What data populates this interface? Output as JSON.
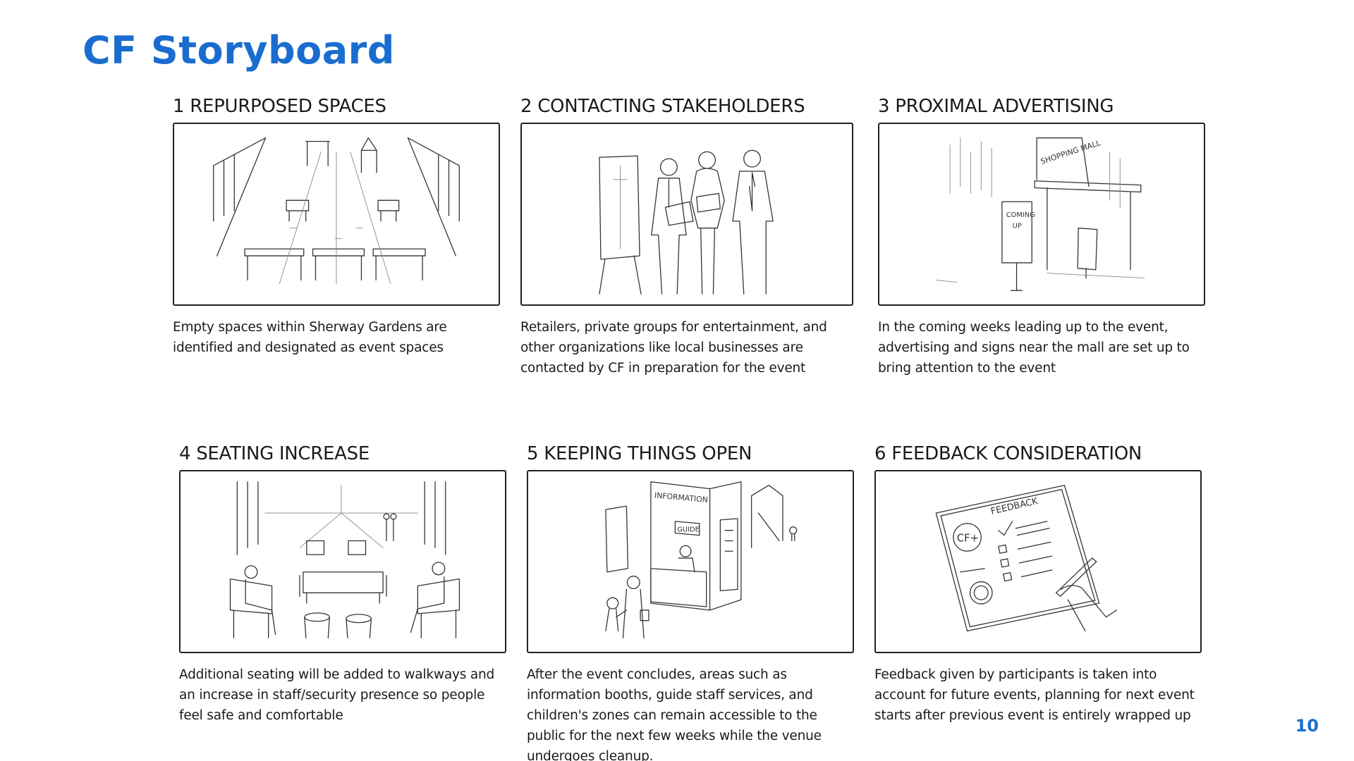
{
  "title": "CF Storyboard",
  "page_number": "10",
  "panels": [
    {
      "heading": "1 REPURPOSED SPACES",
      "caption": "Empty spaces within Sherway Gardens are identified and designated as event spaces",
      "sketch": "empty-mall-walkway-with-tables-sketch"
    },
    {
      "heading": "2 CONTACTING STAKEHOLDERS",
      "caption": "Retailers, private groups for entertainment, and other organizations like local businesses are contacted by CF in preparation for the event",
      "sketch": "three-business-people-with-flipchart-sketch"
    },
    {
      "heading": "3 PROXIMAL ADVERTISING",
      "caption": "In the coming weeks leading up to the event, advertising and signs near the mall are set up to bring attention to the event",
      "sketch": "shopping-mall-entrance-with-sign-sketch",
      "sketch_text": {
        "mall": "SHOPPING MALL",
        "sign_line1": "COMING",
        "sign_line2": "UP"
      }
    },
    {
      "heading": "4 SEATING INCREASE",
      "caption": "Additional seating will be added to walkways and an increase in staff/security presence so people feel safe and comfortable",
      "sketch": "mall-walkway-with-seating-sketch"
    },
    {
      "heading": "5 KEEPING THINGS OPEN",
      "caption": "After the event concludes, areas such as information booths, guide staff services, and children's zones can remain accessible to the public for the next few weeks while the venue undergoes cleanup.",
      "sketch": "information-booth-with-visitors-sketch",
      "sketch_text": {
        "booth": "INFORMATION",
        "guide": "GUIDE"
      }
    },
    {
      "heading": "6 FEEDBACK CONSIDERATION",
      "caption": "Feedback given by participants is taken into account for future events, planning for next event starts after previous event is entirely wrapped up",
      "sketch": "feedback-tablet-with-stylus-sketch",
      "sketch_text": {
        "title": "FEEDBACK",
        "logo": "CF+"
      }
    }
  ]
}
